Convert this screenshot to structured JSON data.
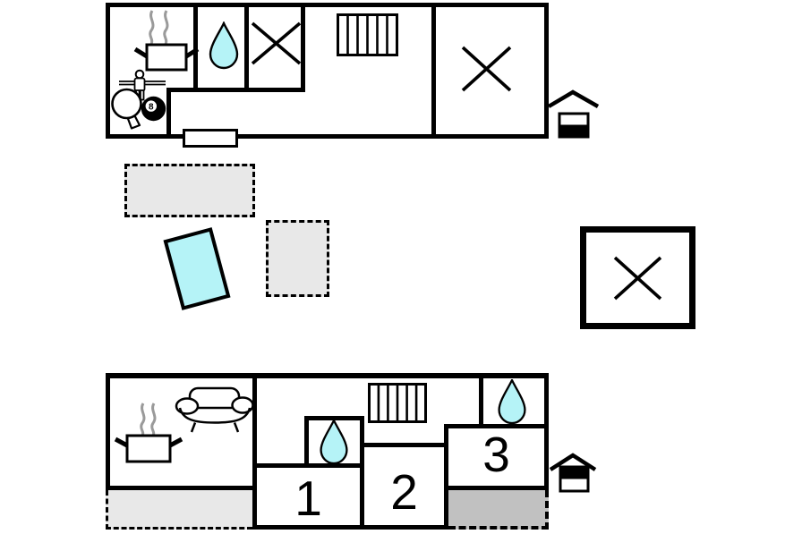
{
  "colors": {
    "wall": "#000000",
    "water_fill": "#b5f3f7",
    "terrace_light": "#e8e8e8",
    "terrace_dark": "#c1c1c1",
    "steam_gray": "#9a9a9a",
    "background": "#ffffff"
  },
  "upper_floor": {
    "billiard_ball_number": "8",
    "icons": [
      "cooking-pot-icon",
      "steam-icon",
      "foosball-player-icon",
      "table-tennis-paddle-icon",
      "billiard-ball-icon",
      "water-drop-icon",
      "x-mark-icon",
      "stairs-icon",
      "x-mark-icon",
      "house-level-indicator-icon"
    ]
  },
  "garden": {
    "icons": [
      "terrace-dashed-area",
      "pool-area",
      "x-mark-icon",
      "outbuilding"
    ]
  },
  "lower_floor": {
    "room_labels": [
      "1",
      "2",
      "3"
    ],
    "icons": [
      "cooking-pot-icon",
      "steam-icon",
      "sofa-icon",
      "water-drop-icon",
      "stairs-icon",
      "water-drop-icon",
      "house-level-indicator-icon"
    ]
  }
}
